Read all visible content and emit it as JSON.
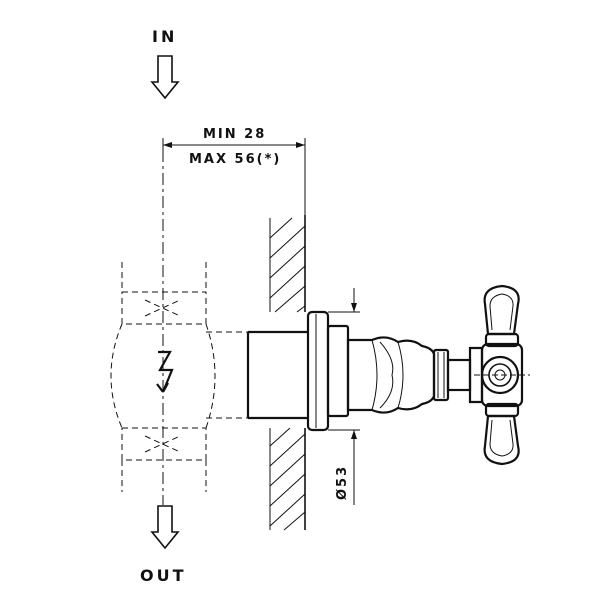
{
  "labels": {
    "inlet": "IN",
    "outlet": "OUT",
    "min_depth": "MIN 28",
    "max_depth": "MAX 56(*)",
    "diameter": "Ø53"
  }
}
